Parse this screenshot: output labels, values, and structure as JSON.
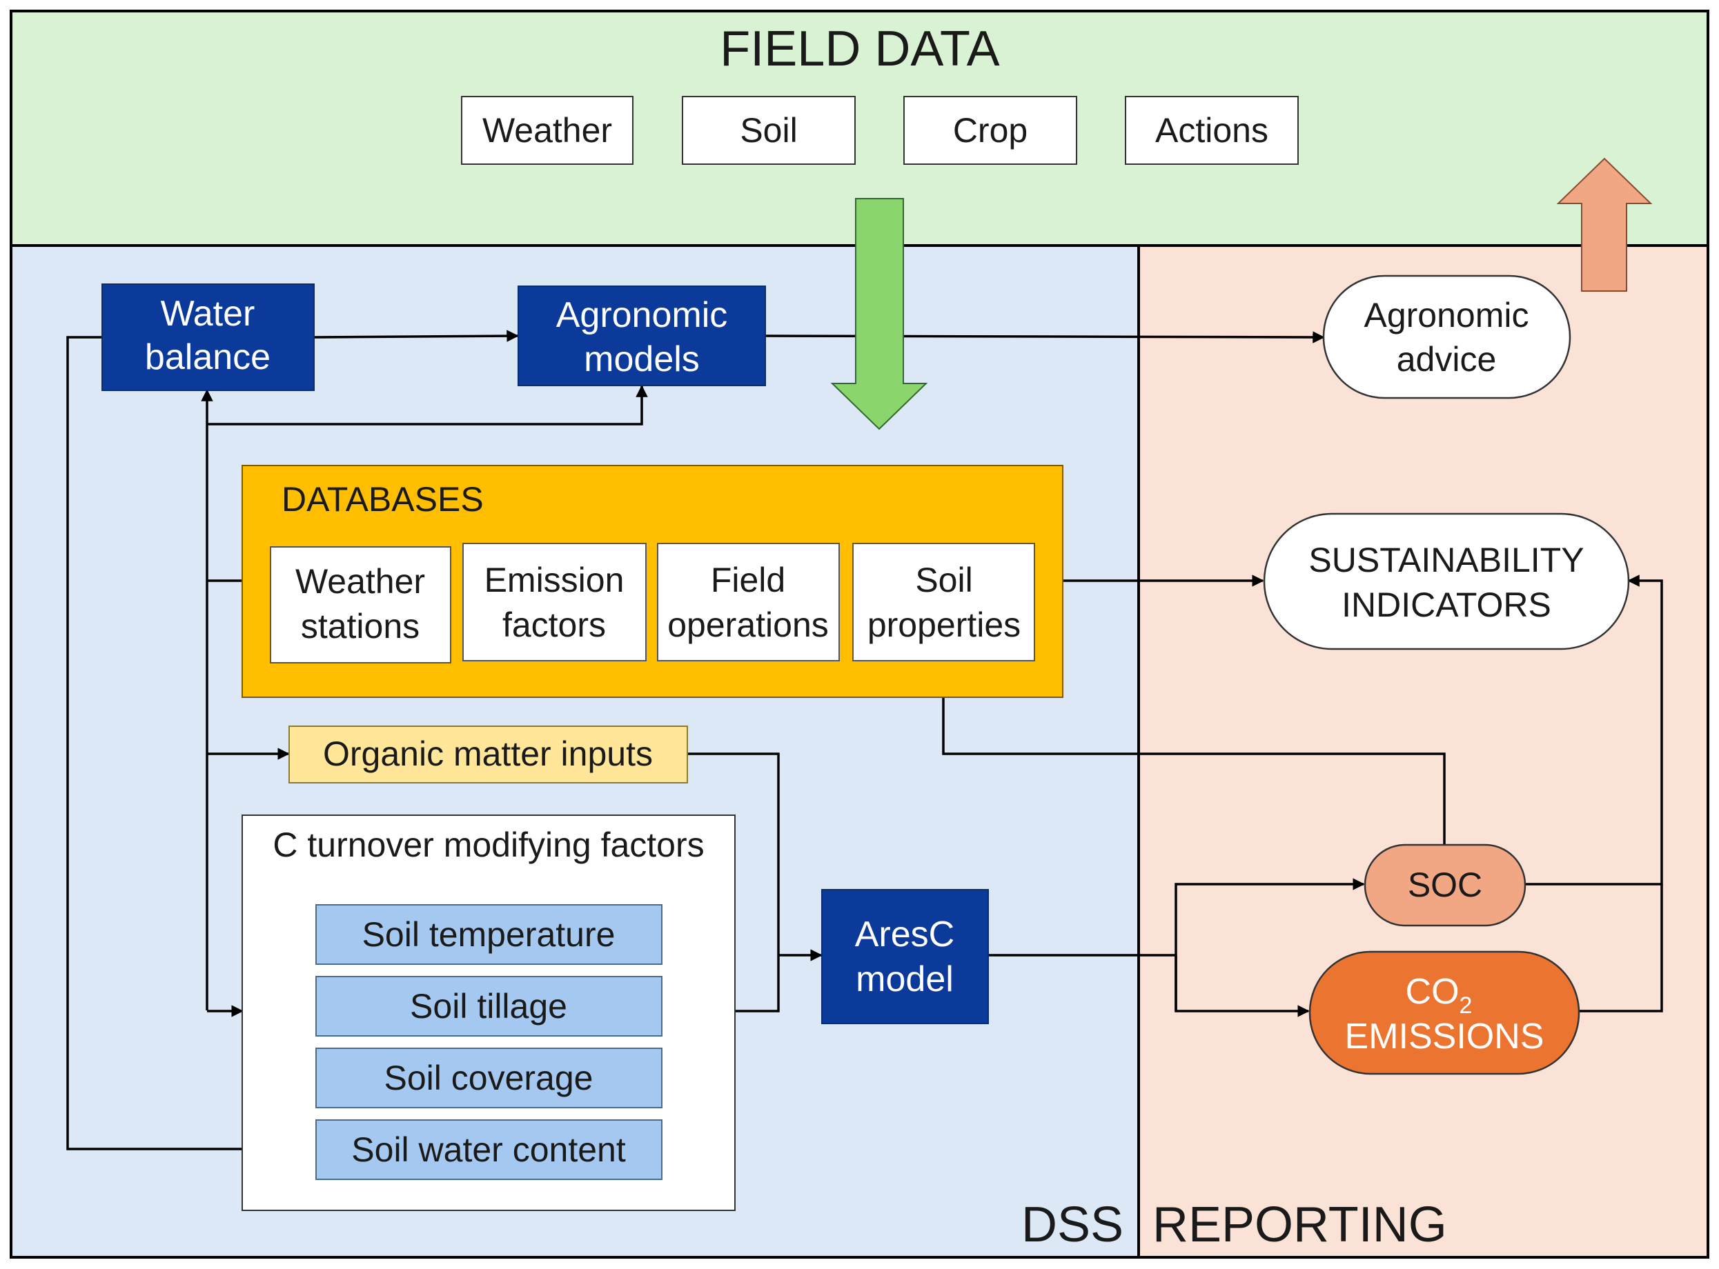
{
  "colors": {
    "field_bg": "#d9f2d3",
    "dss_bg": "#dce8f5",
    "reporting_bg": "#fbe2d6",
    "dark_blue": "#0b3a9b",
    "databases_orange": "#ffbf00",
    "organic_yellow": "#ffe699",
    "factor_blue": "#a4c8ef",
    "green_arrow": "#8ad56c",
    "salmon": "#f1a784",
    "co2_orange": "#eb7530"
  },
  "field_data": {
    "title": "FIELD DATA",
    "items": [
      "Weather",
      "Soil",
      "Crop",
      "Actions"
    ]
  },
  "dss": {
    "label": "DSS",
    "water_balance": [
      "Water",
      "balance"
    ],
    "agronomic_models": [
      "Agronomic",
      "models"
    ],
    "databases": {
      "title": "DATABASES",
      "items": [
        [
          "Weather",
          "stations"
        ],
        [
          "Emission",
          "factors"
        ],
        [
          "Field",
          "operations"
        ],
        [
          "Soil",
          "properties"
        ]
      ]
    },
    "organic_matter": "Organic matter inputs",
    "c_turnover": {
      "title": "C turnover modifying factors",
      "items": [
        "Soil temperature",
        "Soil tillage",
        "Soil coverage",
        "Soil water content"
      ]
    },
    "aresc": [
      "AresC",
      "model"
    ]
  },
  "reporting": {
    "label": "REPORTING",
    "agronomic_advice": [
      "Agronomic",
      "advice"
    ],
    "sustainability": [
      "SUSTAINABILITY",
      "INDICATORS"
    ],
    "soc": "SOC",
    "co2": {
      "main": "CO",
      "sub": "2",
      "line2": "EMISSIONS"
    }
  }
}
